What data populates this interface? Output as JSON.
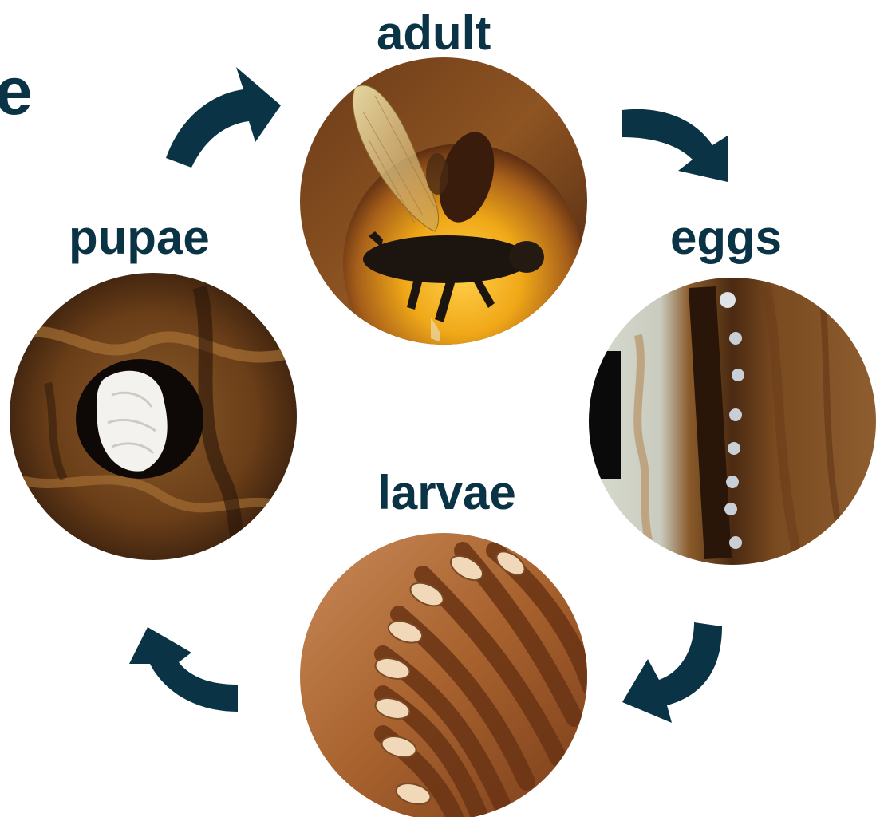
{
  "diagram": {
    "partial_text": "e",
    "stages": [
      {
        "id": "adult",
        "label": "adult",
        "photo": "flying-beetle-photo"
      },
      {
        "id": "eggs",
        "label": "eggs",
        "photo": "eggs-in-bark-gallery-photo"
      },
      {
        "id": "larvae",
        "label": "larvae",
        "photo": "larvae-in-wood-galleries-photo"
      },
      {
        "id": "pupae",
        "label": "pupae",
        "photo": "pupa-in-wood-chamber-photo"
      }
    ],
    "arrows": [
      {
        "from": "pupae",
        "to": "adult",
        "icon": "curved-arrow-icon"
      },
      {
        "from": "adult",
        "to": "eggs",
        "icon": "curved-arrow-icon"
      },
      {
        "from": "eggs",
        "to": "larvae",
        "icon": "curved-arrow-icon"
      },
      {
        "from": "larvae",
        "to": "pupae",
        "icon": "curved-arrow-icon"
      }
    ],
    "colors": {
      "label": "#0a3446",
      "arrow": "#0a3446",
      "background": "#ffffff"
    }
  }
}
